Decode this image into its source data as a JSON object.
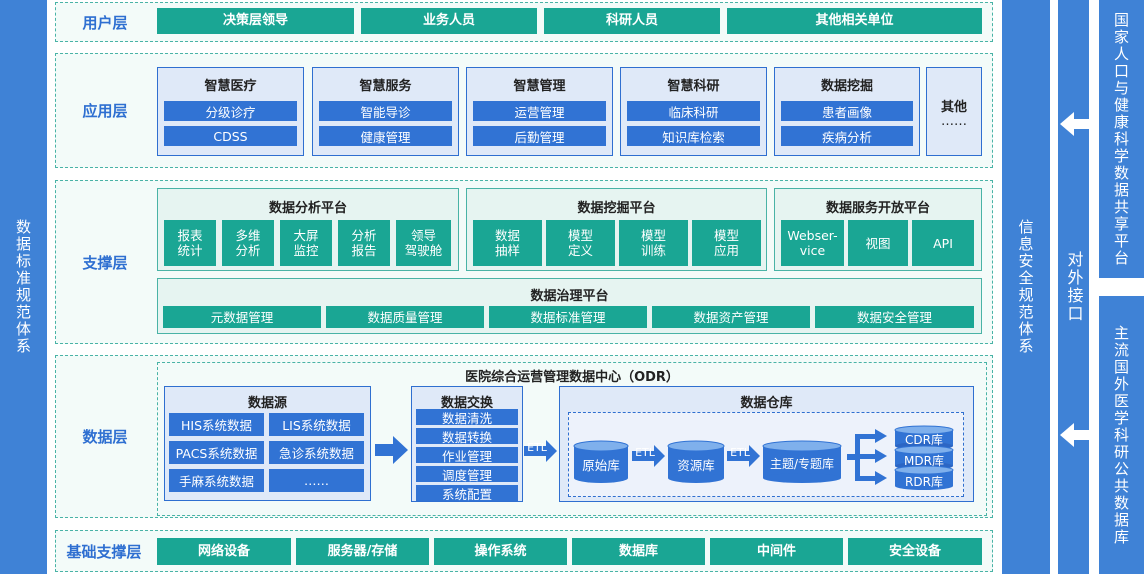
{
  "left_bar": "数据标准规范体系",
  "right_bar_1": "信息安全规范体系",
  "right_bar_2": "对外接口",
  "far_right": {
    "top": "国家人口与健康科学数据共享平台",
    "bottom": "主流国外医学科研公共数据库"
  },
  "user_layer": {
    "title": "用户层",
    "items": [
      "决策层领导",
      "业务人员",
      "科研人员",
      "其他相关单位"
    ]
  },
  "app_layer": {
    "title": "应用层",
    "cards": [
      {
        "title": "智慧医疗",
        "items": [
          "分级诊疗",
          "CDSS"
        ]
      },
      {
        "title": "智慧服务",
        "items": [
          "智能导诊",
          "健康管理"
        ]
      },
      {
        "title": "智慧管理",
        "items": [
          "运营管理",
          "后勤管理"
        ]
      },
      {
        "title": "智慧科研",
        "items": [
          "临床科研",
          "知识库检索"
        ]
      },
      {
        "title": "数据挖掘",
        "items": [
          "患者画像",
          "疾病分析"
        ]
      }
    ],
    "other": {
      "title": "其他",
      "dots": "……"
    }
  },
  "support_layer": {
    "title": "支撑层",
    "analysis": {
      "title": "数据分析平台",
      "items": [
        [
          "报表",
          "统计"
        ],
        [
          "多维",
          "分析"
        ],
        [
          "大屏",
          "监控"
        ],
        [
          "分析",
          "报告"
        ],
        [
          "领导",
          "驾驶舱"
        ]
      ]
    },
    "mining": {
      "title": "数据挖掘平台",
      "items": [
        [
          "数据",
          "抽样"
        ],
        [
          "模型",
          "定义"
        ],
        [
          "模型",
          "训练"
        ],
        [
          "模型",
          "应用"
        ]
      ]
    },
    "service": {
      "title": "数据服务开放平台",
      "items": [
        [
          "Webser-",
          "vice"
        ],
        [
          "视图",
          ""
        ],
        [
          "API",
          ""
        ]
      ]
    },
    "governance": {
      "title": "数据治理平台",
      "items": [
        "元数据管理",
        "数据质量管理",
        "数据标准管理",
        "数据资产管理",
        "数据安全管理"
      ]
    }
  },
  "data_layer": {
    "title": "数据层",
    "odr_title": "医院综合运营管理数据中心（ODR）",
    "source": {
      "title": "数据源",
      "items": [
        "HIS系统数据",
        "LIS系统数据",
        "PACS系统数据",
        "急诊系统数据",
        "手麻系统数据",
        "……"
      ]
    },
    "exchange": {
      "title": "数据交换",
      "items": [
        "数据清洗",
        "数据转换",
        "作业管理",
        "调度管理",
        "系统配置"
      ]
    },
    "etl": "ETL",
    "warehouse": {
      "title": "数据仓库",
      "raw": "原始库",
      "resource": "资源库",
      "topic": "主题/专题库",
      "marts": [
        "CDR库",
        "MDR库",
        "RDR库"
      ]
    }
  },
  "base_layer": {
    "title": "基础支撑层",
    "items": [
      "网络设备",
      "服务器/存储",
      "操作系统",
      "数据库",
      "中间件",
      "安全设备"
    ]
  }
}
